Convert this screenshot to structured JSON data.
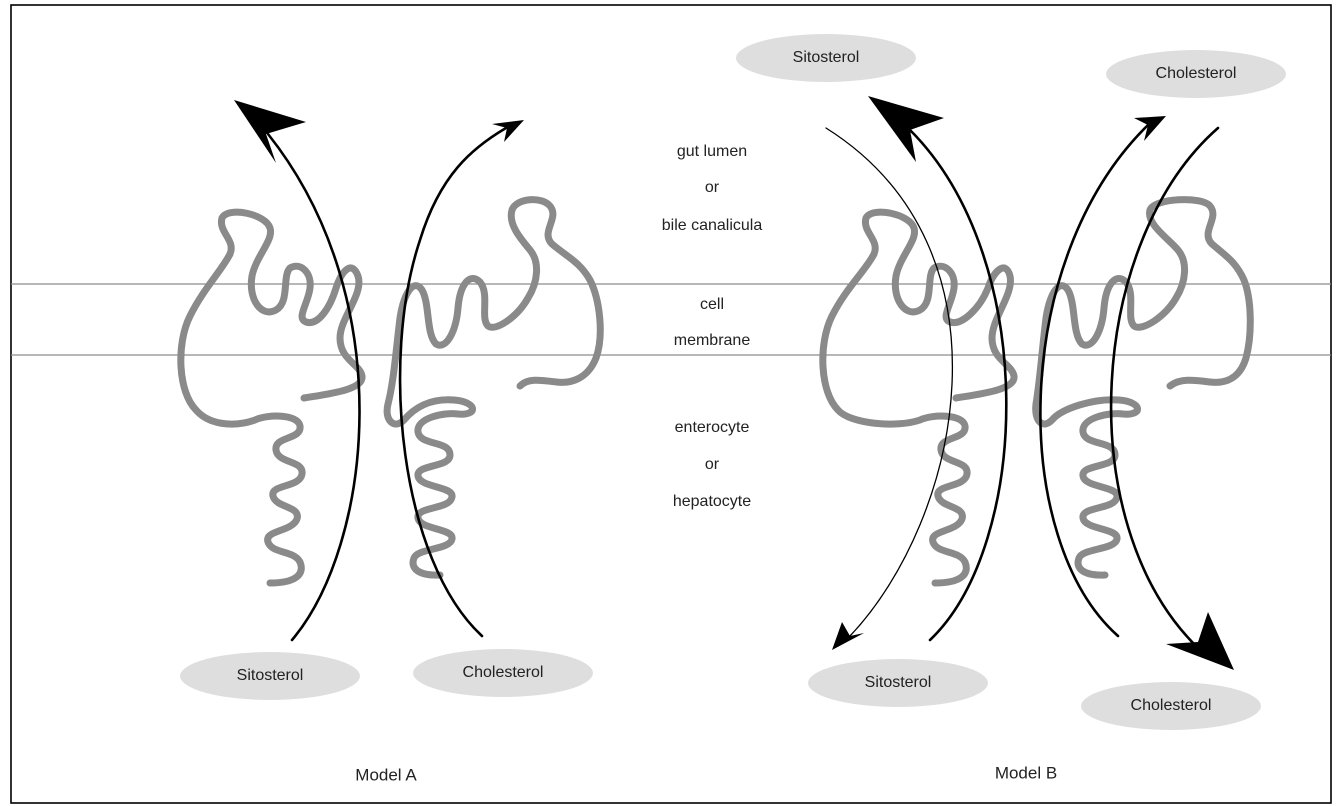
{
  "diagram": {
    "regions": {
      "lumen_line1": "gut lumen",
      "lumen_line2": "or",
      "lumen_line3": "bile canalicula",
      "membrane_line1": "cell",
      "membrane_line2": "membrane",
      "cell_line1": "enterocyte",
      "cell_line2": "or",
      "cell_line3": "hepatocyte"
    },
    "model_a": {
      "caption": "Model A",
      "bottom_left_label": "Sitosterol",
      "bottom_right_label": "Cholesterol"
    },
    "model_b": {
      "caption": "Model B",
      "top_left_label": "Sitosterol",
      "top_right_label": "Cholesterol",
      "bottom_left_label": "Sitosterol",
      "bottom_right_label": "Cholesterol"
    },
    "colors": {
      "protein": "#8a8a8a",
      "pill": "#dedede",
      "membrane_lines": "#8c8c8c",
      "arrows": "#000000"
    }
  }
}
